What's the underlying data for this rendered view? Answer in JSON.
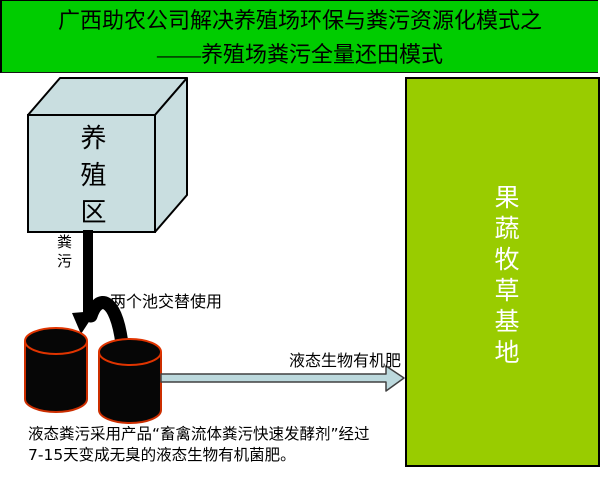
{
  "header": {
    "line1": "广西助农公司解决养殖场环保与粪污资源化模式之",
    "line2": "——养殖场粪污全量还田模式",
    "bg_color": "#00cc00",
    "text_color": "#000000"
  },
  "diagram": {
    "breeding_box_label": "养殖区",
    "manure_label": "粪污",
    "pools_note": "两个池交替使用",
    "flow_arrow_label": "液态生物有机肥",
    "base_label": "果蔬牧草基地",
    "colors": {
      "cube_fill": "#c9dee0",
      "base_fill": "#99cc00",
      "base_text": "#ffffff",
      "tank_fill": "#060606",
      "tank_outline": "#d43000",
      "pipe_fill": "#000000",
      "flow_arrow_fill": "#bcd9dd",
      "flow_arrow_stroke": "#404040"
    }
  },
  "footer": {
    "line1": "液态粪污采用产品“畜禽流体粪污快速发酵剂”经过",
    "line2": "7-15天变成无臭的液态生物有机菌肥。"
  }
}
